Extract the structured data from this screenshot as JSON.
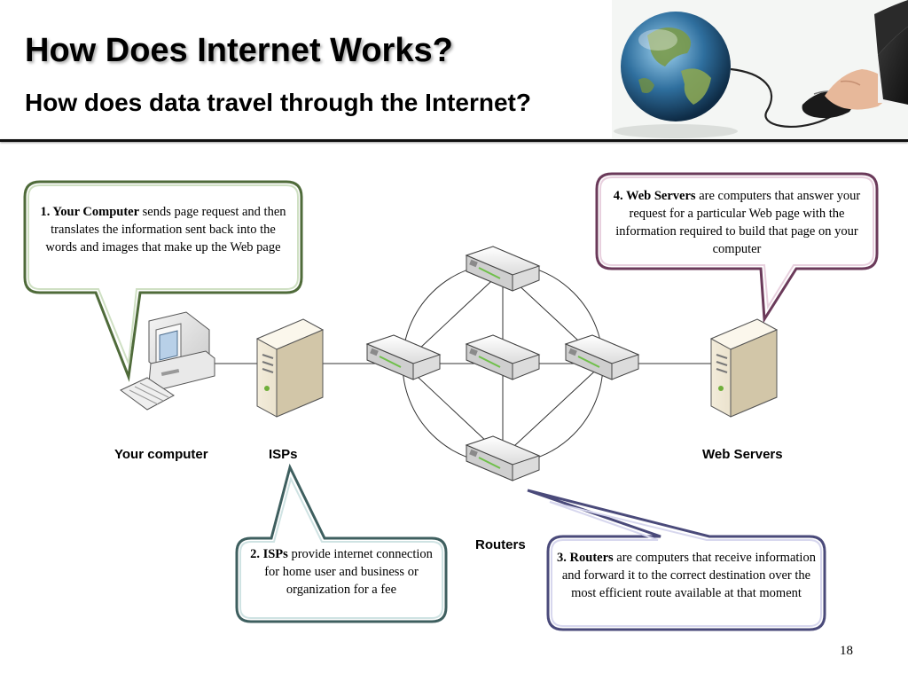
{
  "slide": {
    "title": "How Does Internet Works?",
    "subtitle": "How does data travel through the Internet?",
    "page_number": "18"
  },
  "nodes": {
    "computer_label": "Your computer",
    "isp_label": "ISPs",
    "web_server_label": "Web Servers",
    "routers_label": "Routers"
  },
  "callouts": {
    "computer": {
      "bold": "1. Your Computer",
      "text": " sends page request and then translates the information sent back into the words and images that make up the Web page"
    },
    "isp": {
      "bold": "2. ISPs",
      "text": " provide internet connection for home user and business or organization for a fee"
    },
    "routers": {
      "bold": "3. Routers",
      "text": " are computers that receive information and forward it to the correct destination over the most efficient route available at that moment"
    },
    "web_servers": {
      "bold": "4. Web Servers",
      "text": " are computers that answer your request for a particular Web page with the information required to build that page on your computer"
    }
  },
  "colors": {
    "callout_computer_border": "#4f6b3a",
    "callout_isp_border": "#3e5f5f",
    "callout_routers_border": "#4a4a7a",
    "callout_webserver_border": "#6b3a5a",
    "device_body": "#ececec",
    "server_body": "#e8dfc8"
  },
  "icons": {
    "header": "globe-mouse-hand-image",
    "computer": "desktop-computer-icon",
    "isp": "server-tower-icon",
    "router": "router-icon",
    "web_server": "server-tower-icon"
  }
}
